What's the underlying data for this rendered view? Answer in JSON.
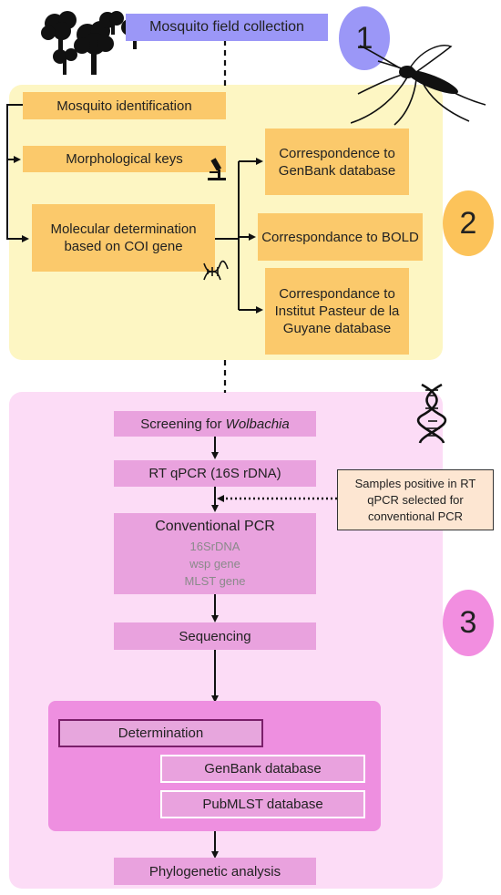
{
  "top": {
    "collection_label": "Mosquito field collection",
    "step1": "1"
  },
  "section2": {
    "step": "2",
    "identification": "Mosquito identification",
    "morph_keys": "Morphological keys",
    "molecular": "Molecular determination based on COI gene",
    "genbank": "Correspondence to GenBank database",
    "bold": "Correspondance to BOLD",
    "pasteur": "Correspondance to Institut Pasteur de la Guyane database"
  },
  "section3": {
    "step": "3",
    "screening_prefix": "Screening for ",
    "screening_organism": "Wolbachia",
    "rtqpcr": "RT qPCR (16S rDNA)",
    "note": "Samples positive in RT qPCR selected for conventional PCR",
    "conv_pcr": "Conventional PCR",
    "genes": [
      "16SrDNA",
      "wsp gene",
      "MLST gene"
    ],
    "sequencing": "Sequencing",
    "determination": "Determination",
    "genbank_db": "GenBank database",
    "pubmlst_db": "PubMLST database",
    "phylo": "Phylogenetic analysis"
  },
  "icons": [
    "trees-icon",
    "mosquito-icon",
    "microscope-icon",
    "dna-small-icon",
    "dna-large-icon"
  ],
  "colors": {
    "orange_box": "#fbc96b",
    "yellow_panel": "#fdf6c3",
    "pink_box": "#e9a2de",
    "pink_panel": "#fcdcf6",
    "blue_circle": "#9b97f7",
    "orange_circle": "#fcc35a",
    "pink_circle": "#f28ee0",
    "note_bg": "#fde6d2"
  }
}
